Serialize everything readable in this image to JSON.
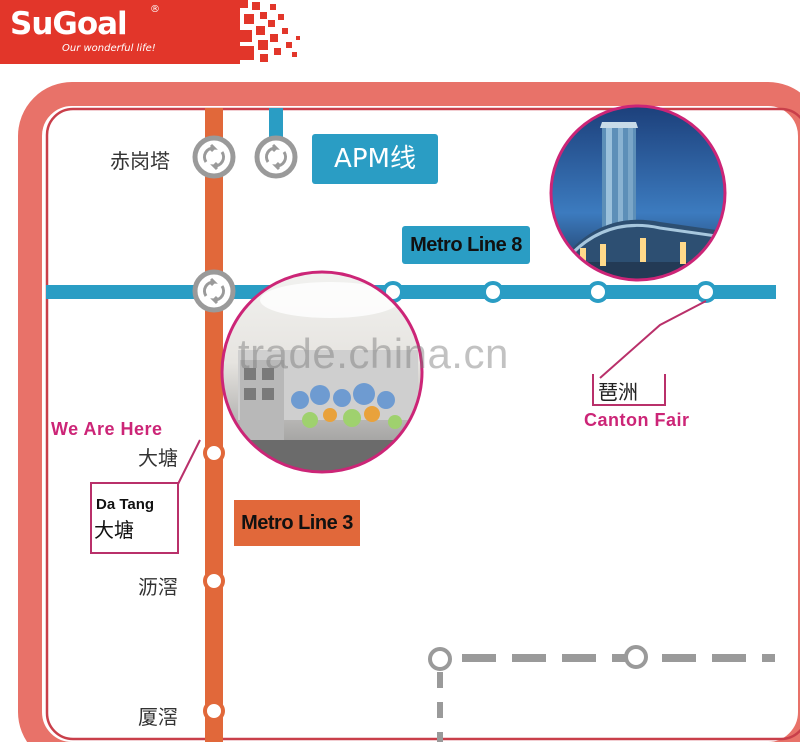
{
  "brand": {
    "name": "SuGoal",
    "registered": "®",
    "tagline": "Our wonderful life!"
  },
  "colors": {
    "brand_red": "#e2362a",
    "frame_salmon": "#e87269",
    "line3_orange": "#e1683a",
    "line8_blue": "#2a9dc4",
    "highlight_pink": "#cc2577",
    "station_gray": "#9a9a9a"
  },
  "lines": {
    "apm_label": "APM线",
    "line8_label": "Metro Line 8",
    "line3_label": "Metro Line 3"
  },
  "stations": {
    "chigangta": "赤岗塔",
    "datang_top": "大塘",
    "datang_box_en": "Da Tang",
    "datang_box_cn": "大塘",
    "lijiao": "沥滘",
    "xiajiao": "厦滘",
    "pazhou": "琶洲"
  },
  "annotations": {
    "we_are_here": "We Are Here",
    "canton_fair": "Canton Fair"
  },
  "watermark": "trade.china.cn",
  "icons": {
    "transfer": "transfer-arrows-icon",
    "station": "station-circle-icon",
    "photo_building": "canton-fair-building-photo",
    "photo_store": "showroom-store-photo"
  }
}
